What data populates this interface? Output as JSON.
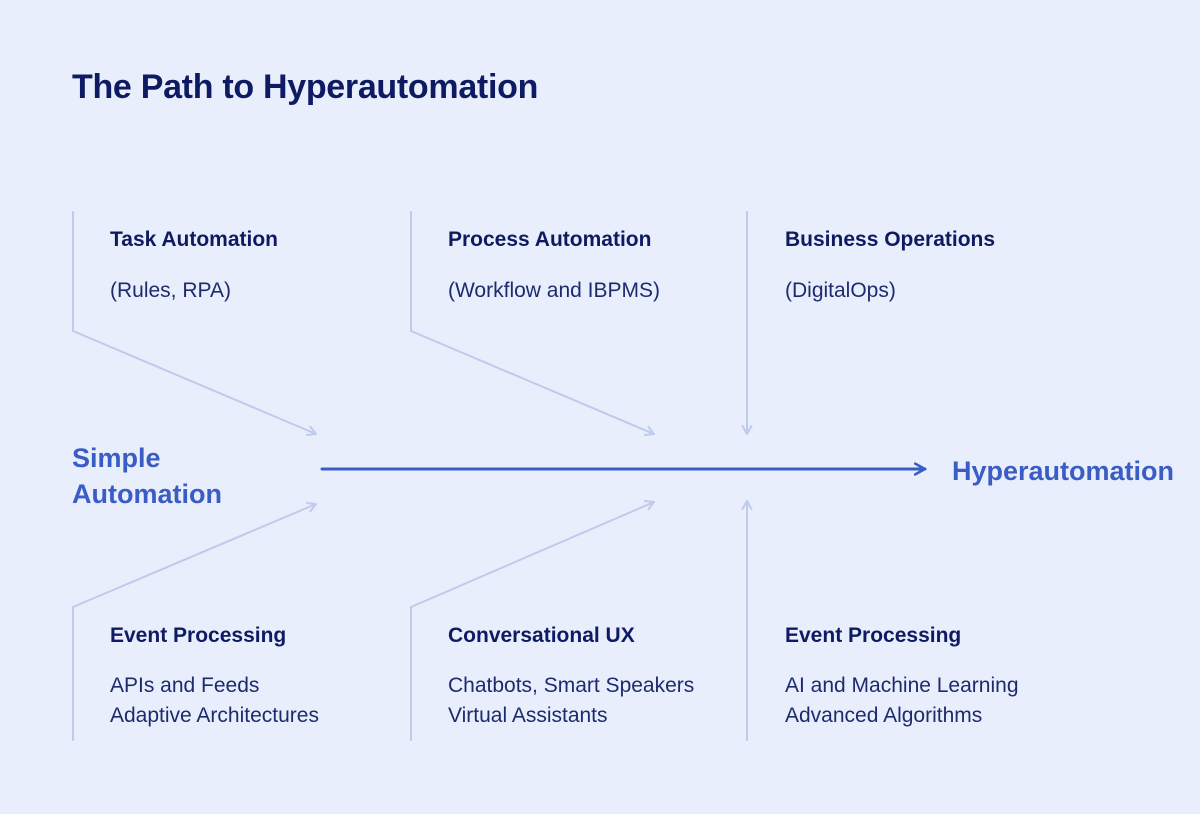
{
  "title": "The Path to Hyperautomation",
  "colors": {
    "background": "#e9eefc",
    "heading_navy": "#0e1b63",
    "body_navy": "#1d2b6e",
    "accent_blue": "#3a5cc5",
    "arrow_light": "#bfcbed"
  },
  "flow": {
    "start_label": "Simple Automation",
    "end_label": "Hyperautomation"
  },
  "top_sections": [
    {
      "title": "Task Automation",
      "subtitle": "(Rules, RPA)"
    },
    {
      "title": "Process Automation",
      "subtitle": "(Workflow and IBPMS)"
    },
    {
      "title": "Business Operations",
      "subtitle": "(DigitalOps)"
    }
  ],
  "bottom_sections": [
    {
      "title": "Event Processing",
      "lines": [
        "APIs and Feeds",
        "Adaptive Architectures"
      ]
    },
    {
      "title": "Conversational UX",
      "lines": [
        "Chatbots, Smart Speakers",
        "Virtual Assistants"
      ]
    },
    {
      "title": "Event Processing",
      "lines": [
        "AI and Machine Learning",
        "Advanced Algorithms"
      ]
    }
  ]
}
